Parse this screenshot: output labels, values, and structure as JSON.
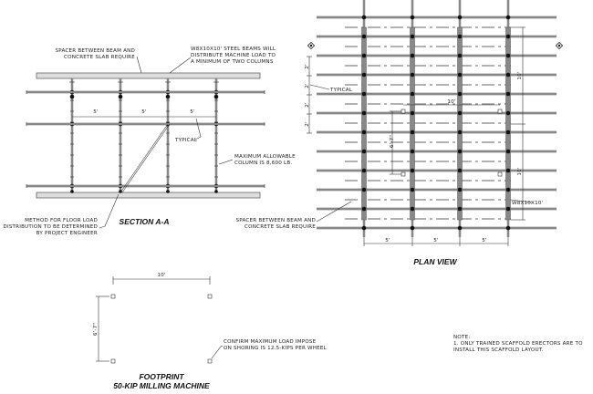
{
  "section": {
    "title": "SECTION A-A",
    "note_spacer": [
      "SPACER BETWEEN BEAM AND",
      "CONCRETE SLAB REQUIRE"
    ],
    "note_beams": [
      "W8X10X10' STEEL BEAMS WILL",
      "DISTRIBUTE MACHINE LOAD TO",
      "A MINIMUM OF TWO COLUMNS"
    ],
    "note_typical": "TYPICAL",
    "note_max": [
      "MAXIMUM ALLOWABLE",
      "COLUMN IS 8,600 LB."
    ],
    "note_method": [
      "METHOD FOR FLOOR LOAD",
      "DISTRIBUTION TO BE DETERMINED",
      "BY PROJECT ENGINEER"
    ],
    "dims": [
      "5'",
      "5'",
      "5'"
    ]
  },
  "plan": {
    "title": "PLAN VIEW",
    "dims_bottom": [
      "5'",
      "5'",
      "5'"
    ],
    "dims_left": [
      "2'",
      "2'",
      "2'",
      "2'"
    ],
    "typical": "TYPICAL",
    "dim_10": "10'",
    "dim_6_7": "6'-7\"",
    "dim_right_1": "10'",
    "dim_right_2": "10'",
    "beam_label": "W8X10X10'",
    "spacer": [
      "SPACER BETWEEN BEAM AND",
      "CONCRETE SLAB REQUIRE"
    ]
  },
  "footprint": {
    "title": "FOOTPRINT",
    "subtitle": "50-KIP MILLING MACHINE",
    "dim_width": "10'",
    "dim_height": "6'-7\"",
    "note": [
      "CONFIRM MAXIMUM LOAD IMPOSE",
      "ON SHORING IS 12.5-KIPS PER WHEEL"
    ]
  },
  "note": {
    "heading": "NOTE:",
    "lines": [
      "1. ONLY TRAINED SCAFFOLD ERECTORS ARE TO",
      "INSTALL THIS SCAFFOLD LAYOUT."
    ]
  }
}
